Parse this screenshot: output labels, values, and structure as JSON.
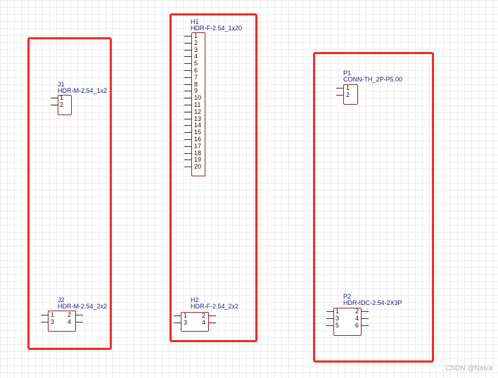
{
  "components": {
    "j1": {
      "designator": "J1",
      "part": "HDR-M-2.54_1x2",
      "pins_left": [
        "1",
        "2"
      ]
    },
    "j2": {
      "designator": "J2",
      "part": "HDR-M-2.54_2x2",
      "pins_left": [
        "1",
        "3"
      ],
      "pins_right": [
        "2",
        "4"
      ]
    },
    "h1": {
      "designator": "H1",
      "part": "HDR-F-2.54_1x20",
      "pins_left": [
        "1",
        "2",
        "3",
        "4",
        "5",
        "6",
        "7",
        "8",
        "9",
        "10",
        "11",
        "12",
        "13",
        "14",
        "15",
        "16",
        "17",
        "18",
        "19",
        "20"
      ]
    },
    "h2": {
      "designator": "H2",
      "part": "HDR-F-2.54_2x2",
      "pins_left": [
        "1",
        "3"
      ],
      "pins_right": [
        "2",
        "4"
      ]
    },
    "p1": {
      "designator": "P1",
      "part": "CONN-TH_2P-P5.00",
      "pins_left": [
        "1",
        "2"
      ]
    },
    "p2": {
      "designator": "P2",
      "part": "HDR-IDC-2.54-2X3P",
      "pins_left": [
        "1",
        "3",
        "5"
      ],
      "pins_right": [
        "2",
        "4",
        "6"
      ]
    }
  },
  "watermark": "CSDN @Naiva",
  "colors": {
    "group_border": "#ee2b2b",
    "component_body": "#a01e1e",
    "label": "#1a237e"
  }
}
